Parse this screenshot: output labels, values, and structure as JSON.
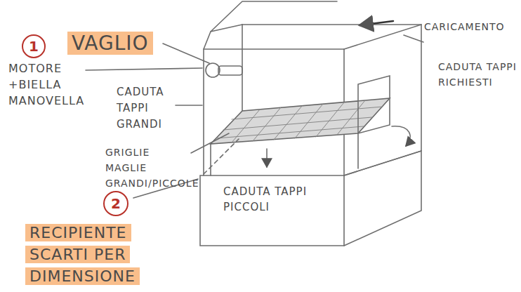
{
  "diagram": {
    "nodes": [
      {
        "text": [
          "1"
        ]
      },
      {
        "text": [
          "2"
        ]
      }
    ],
    "labels": [
      "VAGLIO",
      "MOTORE +BIELLA MANOVELLA",
      "CADUTA TAPPI GRANDI",
      "CARICAMENTO",
      "CADUTA TAPPI RICHIESTI",
      "GRIGLIE MAGLIE GRANDI/PICCOLE",
      "CADUTA TAPPI PICCOLI",
      "RECIPIENTE SCARTI PER DIMENSIONE"
    ]
  }
}
